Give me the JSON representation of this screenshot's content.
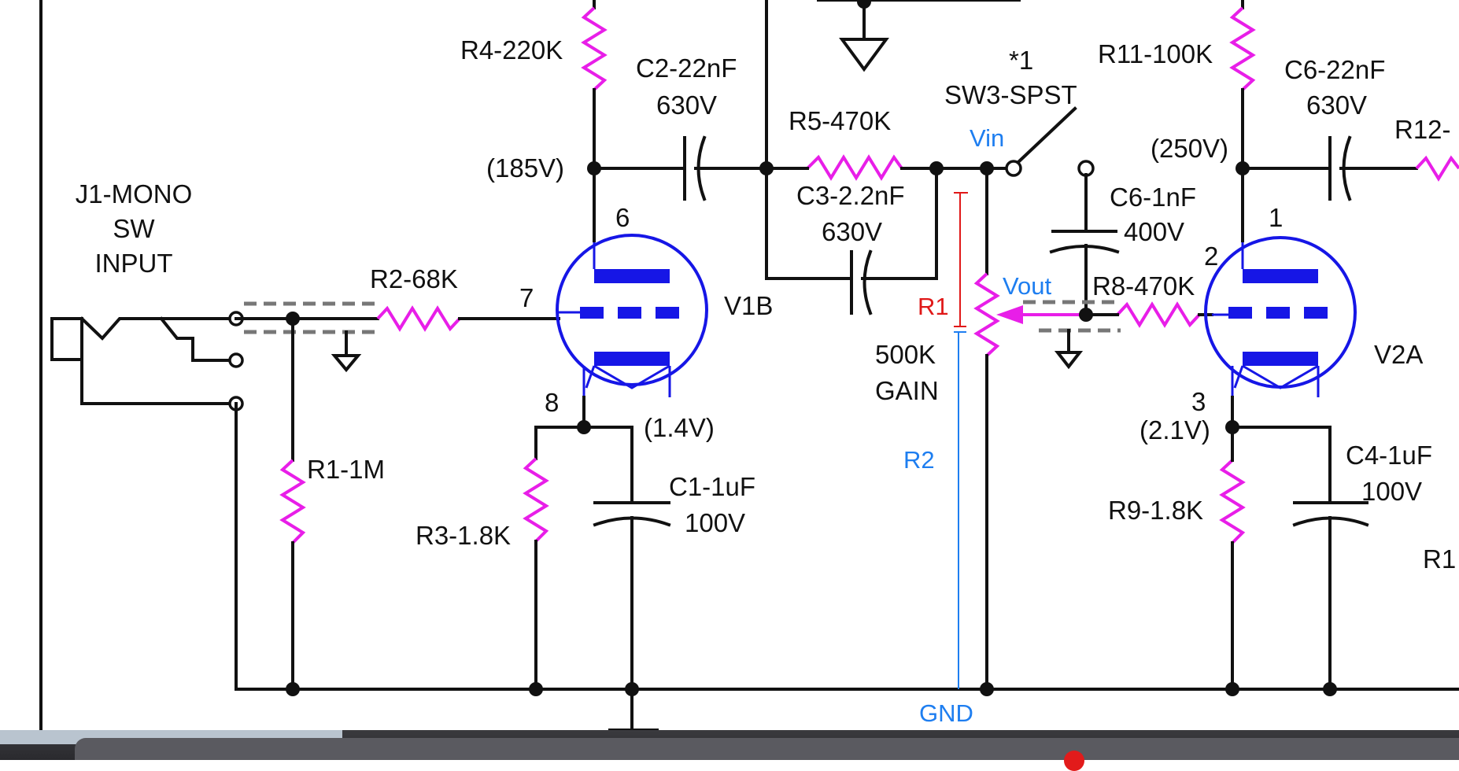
{
  "labels": {
    "j1_line1": "J1-MONO",
    "j1_line2": "SW",
    "j1_line3": "INPUT",
    "r2": "R2-68K",
    "r1": "R1-1M",
    "r3": "R3-1.8K",
    "r4": "R4-220K",
    "c2_value": "C2-22nF",
    "c2_voltage": "630V",
    "c1_value": "C1-1uF",
    "c1_voltage": "100V",
    "pin7": "7",
    "pin6": "6",
    "pin8": "8",
    "v185": "(185V)",
    "v1_4": "(1.4V)",
    "v1b": "V1B",
    "r5": "R5-470K",
    "c3_value": "C3-2.2nF",
    "c3_voltage": "630V",
    "star1": "*1",
    "sw3": "SW3-SPST",
    "vin": "Vin",
    "vout": "Vout",
    "r1_pot": "R1",
    "r2_pot": "R2",
    "pot_value": "500K",
    "pot_name": "GAIN",
    "gnd": "GND",
    "c6_small_value": "C6-1nF",
    "c6_small_voltage": "400V",
    "r8": "R8-470K",
    "r11": "R11-100K",
    "c6_large_value": "C6-22nF",
    "c6_large_voltage": "630V",
    "r12": "R12-",
    "v250": "(250V)",
    "pin1": "1",
    "pin2": "2",
    "pin3": "3",
    "v2_1": "(2.1V)",
    "v2a": "V2A",
    "r9": "R9-1.8K",
    "c4_value": "C4-1uF",
    "c4_voltage": "100V",
    "r1_cut": "R1"
  },
  "colors": {
    "wire": "#111111",
    "resistor": "#e81ee8",
    "tube": "#1616e6",
    "annotation_blue": "#1e7ef0",
    "annotation_red": "#e01818"
  }
}
